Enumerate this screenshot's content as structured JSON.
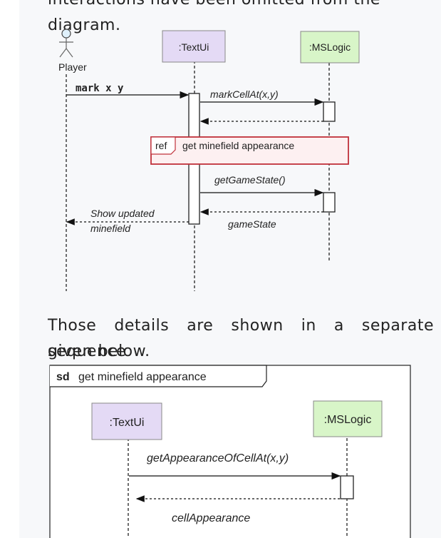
{
  "intro_text": "interactions have been omitted from the diagram.",
  "paragraph": {
    "line1": "Those details are shown in a separate sequence",
    "line2": "given below."
  },
  "diagram1": {
    "actor": "Player",
    "lifeline_textui": ":TextUi",
    "lifeline_mslogic": ":MSLogic",
    "msg_mark": "mark x y",
    "msg_markcell": "markCellAt(x,y)",
    "ref_tag": "ref",
    "ref_label": "get minefield appearance",
    "msg_getgamestate": "getGameState()",
    "msg_gamestate": "gameState",
    "msg_show_line1": "Show updated",
    "msg_show_line2": "minefield"
  },
  "diagram2": {
    "frame_keyword": "sd",
    "frame_title": "get minefield appearance",
    "lifeline_textui": ":TextUi",
    "lifeline_mslogic": ":MSLogic",
    "msg_getappearance": "getAppearanceOfCellAt(x,y)",
    "msg_cellappearance": "cellAppearance"
  },
  "colors": {
    "textui_box": "#e4daf5",
    "mslogic_box": "#d8f5c8",
    "ref_border": "#c0303a",
    "ref_fill": "#fdf0f1",
    "panel_bg": "#f7f8fa"
  }
}
